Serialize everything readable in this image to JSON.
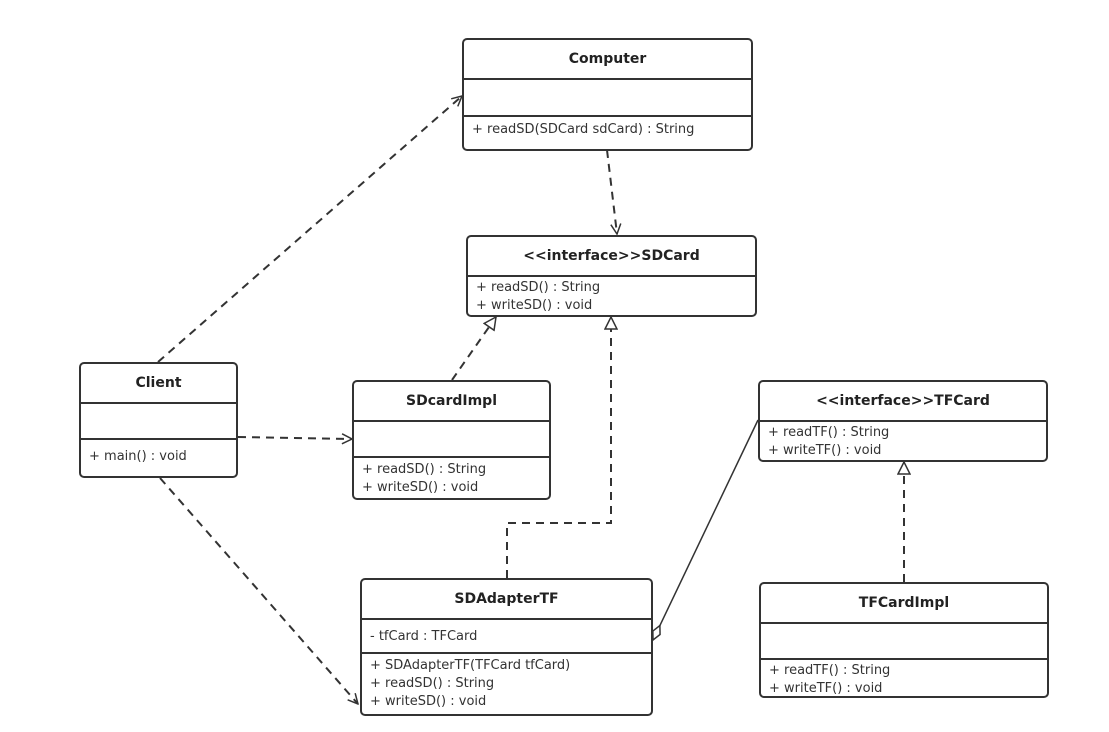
{
  "classes": {
    "computer": {
      "name": "Computer",
      "attributes": [],
      "operations": [
        "+ readSD(SDCard sdCard) : String"
      ]
    },
    "sdcard": {
      "name": "<<interface>>SDCard",
      "operations": [
        "+ readSD() : String",
        "+ writeSD() : void"
      ]
    },
    "client": {
      "name": "Client",
      "attributes": [],
      "operations": [
        "+ main() : void"
      ]
    },
    "sdcardimpl": {
      "name": "SDcardImpl",
      "attributes": [],
      "operations": [
        "+ readSD() : String",
        "+ writeSD() : void"
      ]
    },
    "tfcard": {
      "name": "<<interface>>TFCard",
      "operations": [
        "+ readTF() : String",
        "+ writeTF() : void"
      ]
    },
    "sdadaptertf": {
      "name": "SDAdapterTF",
      "attributes": [
        "- tfCard : TFCard"
      ],
      "operations": [
        "+ SDAdapterTF(TFCard tfCard)",
        "+ readSD() : String",
        "+ writeSD() : void"
      ]
    },
    "tfcardimpl": {
      "name": "TFCardImpl",
      "attributes": [],
      "operations": [
        "+ readTF() : String",
        "+ writeTF() : void"
      ]
    }
  },
  "relations": [
    {
      "from": "client",
      "to": "computer",
      "type": "dependency"
    },
    {
      "from": "client",
      "to": "sdcardimpl",
      "type": "dependency"
    },
    {
      "from": "client",
      "to": "sdadaptertf",
      "type": "dependency"
    },
    {
      "from": "computer",
      "to": "sdcard",
      "type": "dependency"
    },
    {
      "from": "sdcardimpl",
      "to": "sdcard",
      "type": "realization"
    },
    {
      "from": "sdadaptertf",
      "to": "sdcard",
      "type": "realization"
    },
    {
      "from": "tfcardimpl",
      "to": "tfcard",
      "type": "realization"
    },
    {
      "from": "sdadaptertf",
      "to": "tfcard",
      "type": "aggregation"
    }
  ]
}
